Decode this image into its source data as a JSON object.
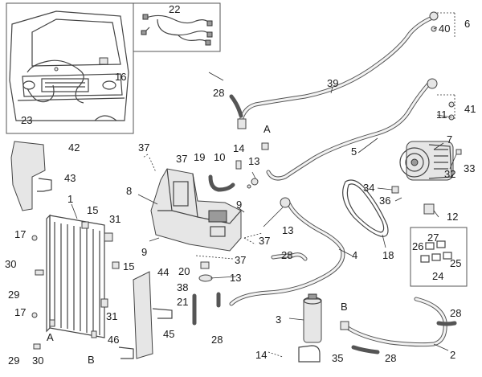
{
  "callouts": {
    "c1": "1",
    "c2": "2",
    "c3": "3",
    "c4": "4",
    "c5": "5",
    "c6": "6",
    "c7": "7",
    "c8": "8",
    "c9a": "9",
    "c9b": "9",
    "c10": "10",
    "c11": "11",
    "c12": "12",
    "c13a": "13",
    "c13b": "13",
    "c13c": "13",
    "c14a": "14",
    "c14b": "14",
    "c15a": "15",
    "c15b": "15",
    "c16": "16",
    "c17a": "17",
    "c17b": "17",
    "c18": "18",
    "c19": "19",
    "c20": "20",
    "c21": "21",
    "c22": "22",
    "c23": "23",
    "c24": "24",
    "c25": "25",
    "c26": "26",
    "c27": "27",
    "c28a": "28",
    "c28b": "28",
    "c28c": "28",
    "c28d": "28",
    "c28e": "28",
    "c29a": "29",
    "c29b": "29",
    "c30a": "30",
    "c30b": "30",
    "c31a": "31",
    "c31b": "31",
    "c32": "32",
    "c33": "33",
    "c34": "34",
    "c35": "35",
    "c36": "36",
    "c37a": "37",
    "c37b": "37",
    "c37c": "37",
    "c37d": "37",
    "c38": "38",
    "c39": "39",
    "c40": "40",
    "c41": "41",
    "c42": "42",
    "c43": "43",
    "c44": "44",
    "c45": "45",
    "c46": "46"
  },
  "connectors": {
    "A_upper": "A",
    "A_lower": "A",
    "B_right": "B",
    "B_lower": "B"
  }
}
